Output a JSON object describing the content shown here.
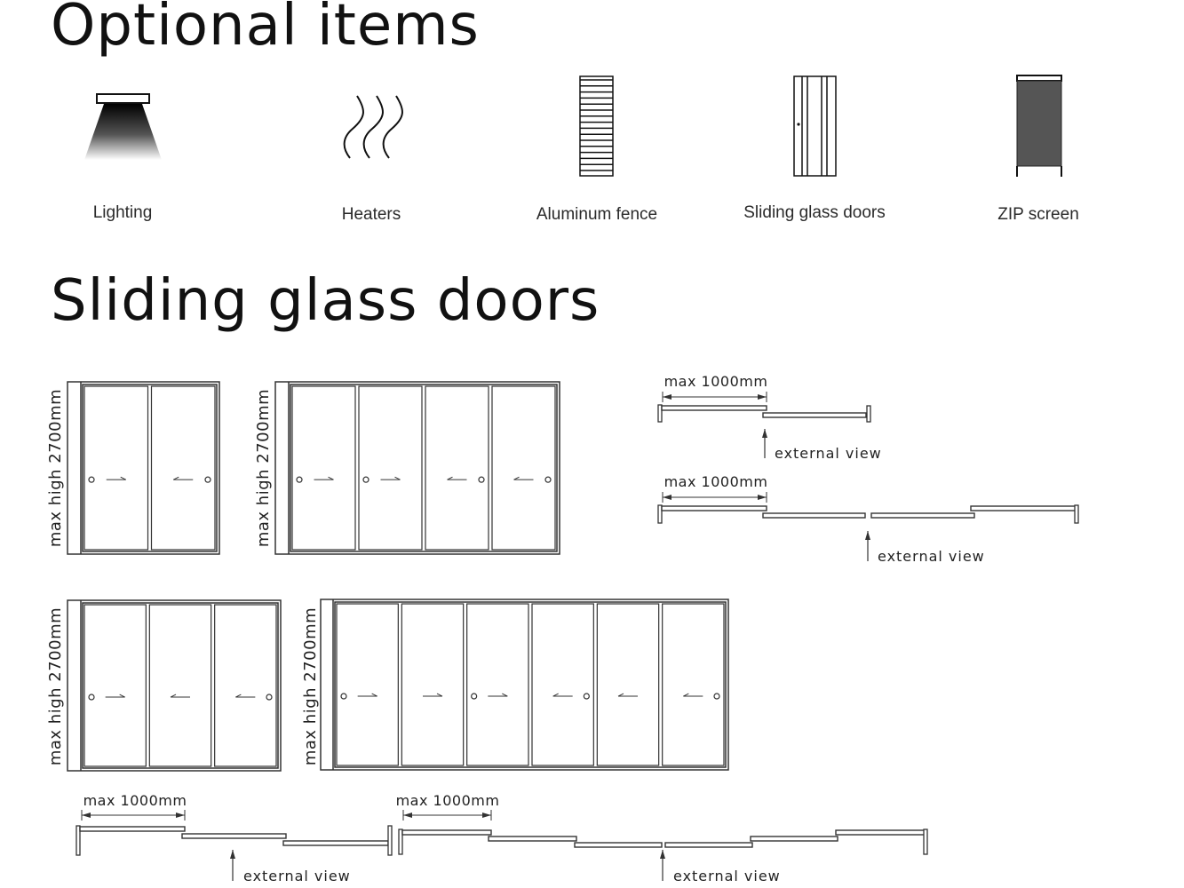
{
  "optional_items": {
    "title": "Optional items",
    "items": [
      {
        "label": "Lighting",
        "icon": "lighting-icon"
      },
      {
        "label": "Heaters",
        "icon": "heater-icon"
      },
      {
        "label": "Aluminum fence",
        "icon": "aluminum-fence-icon"
      },
      {
        "label": "Sliding glass doors",
        "icon": "sliding-door-icon"
      },
      {
        "label": "ZIP screen",
        "icon": "zip-screen-icon"
      }
    ]
  },
  "sliding_doors": {
    "title": "Sliding glass doors",
    "height_label": "max high 2700mm",
    "width_label": "max 1000mm",
    "view_label": "external view",
    "colors": {
      "line": "#333333",
      "zip_screen": "#555555"
    },
    "elevations": [
      {
        "panels": 2,
        "handle_panels": [
          1,
          2
        ],
        "arrows": [
          "right",
          "left"
        ]
      },
      {
        "panels": 4,
        "handle_panels": [
          1,
          2,
          3,
          4
        ],
        "arrows": [
          "right",
          "right",
          "left",
          "left"
        ]
      },
      {
        "panels": 3,
        "handle_panels": [
          1,
          3
        ],
        "arrows": [
          "right",
          "left",
          "left"
        ]
      },
      {
        "panels": 6,
        "handle_panels": [
          1,
          3,
          4,
          6
        ],
        "arrows": [
          "right",
          "right",
          "right",
          "left",
          "left",
          "left"
        ]
      }
    ],
    "track_plans": [
      {
        "panels": 2
      },
      {
        "panels": 4
      },
      {
        "panels": 3
      },
      {
        "panels": 6
      }
    ]
  }
}
